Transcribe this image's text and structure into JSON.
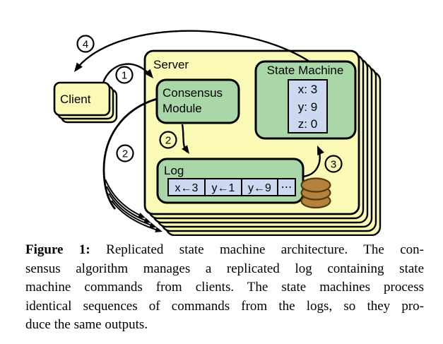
{
  "figure": {
    "client_label": "Client",
    "server_label": "Server",
    "consensus_module": {
      "line1": "Consensus",
      "line2": "Module"
    },
    "state_machine": {
      "label": "State Machine",
      "vars": [
        "x: 3",
        "y: 9",
        "z: 0"
      ]
    },
    "log": {
      "label": "Log",
      "entries": [
        "x←3",
        "y←1",
        "y←9",
        "⋯"
      ]
    },
    "steps": {
      "s1": "1",
      "s2": "2",
      "s3": "3",
      "s4": "4"
    },
    "colors": {
      "server_fill": "#fafab6",
      "module_fill": "#a9d7a8",
      "register_fill": "#ccd9f1",
      "disk_fill": "#b5813c",
      "disk_stroke": "#543a0e",
      "outline": "#000000"
    }
  },
  "caption": {
    "label": "Figure 1:",
    "lines": [
      "Replicated state machine architecture. The con-",
      "sensus algorithm manages a replicated log containing state",
      "machine commands from clients. The state machines process",
      "identical sequences of commands from the logs, so they pro-",
      "duce the same outputs."
    ]
  }
}
